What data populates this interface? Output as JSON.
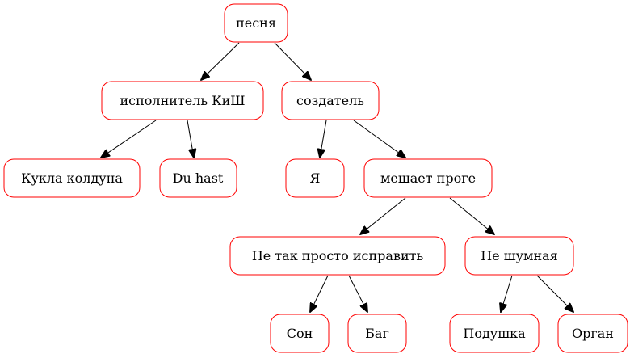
{
  "colors": {
    "node_border": "#ff0000",
    "node_fill": "#ffffff",
    "edge": "#000000",
    "text": "#000000",
    "background": "#ffffff"
  },
  "tree": {
    "nodes": {
      "root": "песня",
      "performer": "исполнитель КиШ",
      "creator": "создатель",
      "kukla": "Кукла колдуна",
      "duhast": "Du hast",
      "me": "Я",
      "blocks_coder": "мешает проге",
      "not_easy_fix": "Не так просто исправить",
      "not_noisy": "Не шумная",
      "dream": "Сон",
      "bug": "Баг",
      "pillow": "Подушка",
      "organ": "Орган"
    }
  }
}
